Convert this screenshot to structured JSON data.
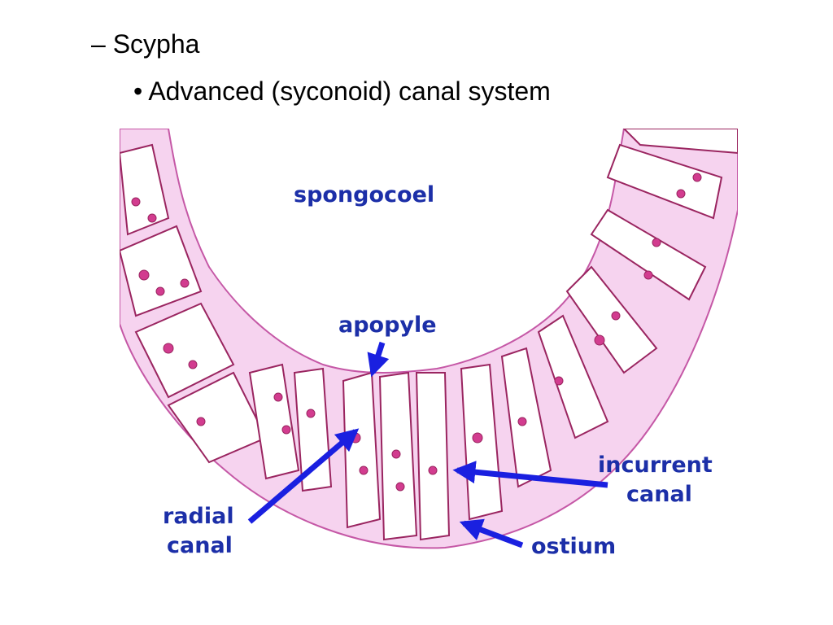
{
  "slide": {
    "bullet_level1_marker": "–",
    "bullet_level1_text": "Scypha",
    "bullet_level2_marker": "•",
    "bullet_level2_text": "Advanced (syconoid) canal system"
  },
  "diagram": {
    "labels": {
      "spongocoel": "spongocoel",
      "apopyle": "apopyle",
      "incurrent_line1": "incurrent",
      "incurrent_line2": "canal",
      "radial_line1": "radial",
      "radial_line2": "canal",
      "ostium": "ostium"
    },
    "colors": {
      "label": "#1c2fa8",
      "arrow": "#1a20e0",
      "tissue": "#e98cd8",
      "tissue_dark": "#b0306f",
      "cell": "#d23c8f",
      "background": "#ffffff"
    }
  }
}
